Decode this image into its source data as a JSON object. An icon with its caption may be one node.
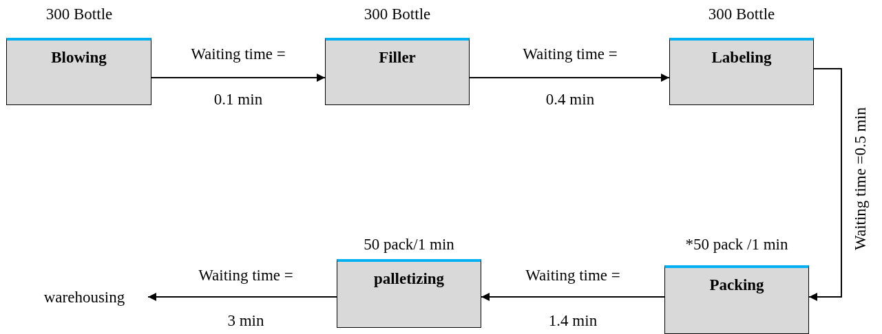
{
  "diagram": {
    "nodes": [
      {
        "text": [
          "Blowing"
        ],
        "beside": [
          "300 Bottle"
        ]
      },
      {
        "text": [
          "Filler"
        ],
        "beside": [
          "300 Bottle"
        ]
      },
      {
        "text": [
          "Labeling"
        ],
        "beside": [
          "300 Bottle"
        ]
      },
      {
        "text": [
          "Packing"
        ],
        "beside": [
          "*50 pack /1 min"
        ]
      },
      {
        "text": [
          "palletizing"
        ],
        "beside": [
          "50 pack/1 min"
        ]
      },
      {
        "text": [
          "warehousing"
        ]
      }
    ],
    "edges": [
      {
        "from": 0,
        "to": 1,
        "arrow": "to",
        "label": "Waiting time ="
      },
      {
        "from": 1,
        "to": 2,
        "arrow": "to",
        "label": "Waiting time ="
      },
      {
        "from": 2,
        "to": 3,
        "arrow": "to",
        "label": "Waiting time =0.5 min"
      },
      {
        "from": 3,
        "to": 4,
        "arrow": "to",
        "label": "Waiting time ="
      },
      {
        "from": 4,
        "to": 5,
        "arrow": "to",
        "label": "Waiting time ="
      }
    ],
    "labels": [
      "0.1 min",
      "0.4 min",
      "1.4 min",
      "3 min"
    ]
  }
}
